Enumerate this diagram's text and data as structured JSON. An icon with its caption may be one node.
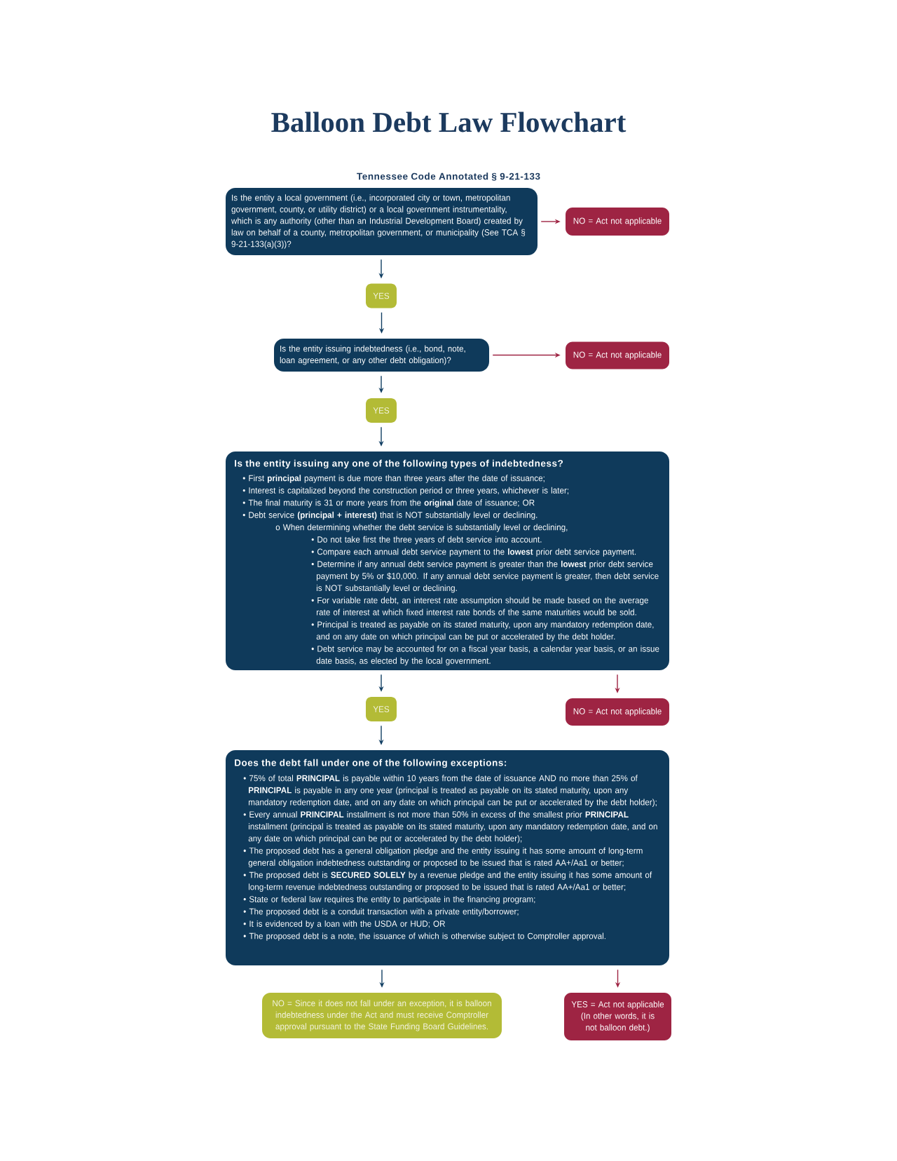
{
  "diagram": {
    "title": "Balloon Debt Law Flowchart",
    "nodes": [
      {
        "text": [
          "Is the entity a local government (i.e., incorporated city or town, metropolitan government, county, or utility district) or a local government instrumentality, which is any authority (other than an Industrial Development Board) created by law on behalf of a county, metropolitan government, or municipality (See TCA § 9-21-133(a)(3))?"
        ]
      },
      {
        "text": [
          "NO = Act not applicable"
        ]
      },
      {
        "text": [
          "YES"
        ]
      },
      {
        "text": [
          "Is the entity issuing indebtedness (i.e., bond, note, loan agreement, or any other debt obligation)?"
        ]
      },
      {
        "text": [
          "NO = Act not applicable"
        ]
      },
      {
        "text": [
          "YES"
        ]
      },
      {
        "text": [
          "Is the entity issuing any one of the following types of indebtedness?",
          "• First **principal** payment is due more than three years after the date of issuance;",
          "• Interest is capitalized beyond the construction period or three years, whichever is later;",
          "• The final maturity is 31 or more years from the **original** date of issuance; OR",
          "• Debt service **(principal + interest)** that is NOT substantially level or declining.",
          "o When determining whether the debt service is substantially level or declining,",
          "• Do not take first the three years of debt service into account.",
          "• Compare each annual debt service payment to the **lowest** prior debt service payment.",
          "• Determine if any annual debt service payment is greater than the **lowest** prior debt service payment by 5% or $10,000. If any annual debt service payment is greater, then debt service is NOT substantially level or declining.",
          "• For variable rate debt, an interest rate assumption should be made based on the average rate of interest at which fixed interest rate bonds of the same maturities would be sold.",
          "• Principal is treated as payable on its stated maturity, upon any mandatory redemption date, and on any date on which principal can be put or accelerated by the debt holder.",
          "• Debt service may be accounted for on a fiscal year basis, a calendar year basis, or an issue date basis, as elected by the local government."
        ]
      },
      {
        "text": [
          "YES"
        ]
      },
      {
        "text": [
          "NO = Act not applicable"
        ]
      },
      {
        "text": [
          "Does the debt fall under one of the following exceptions:",
          "• 75% of total **PRINCIPAL** is payable within 10 years from the date of issuance AND no more than 25% of **PRINCIPAL** is payable in any one year (principal is treated as payable on its stated maturity, upon any mandatory redemption date, and on any date on which principal can be put or accelerated by the debt holder);",
          "• Every annual **PRINCIPAL** installment is not more than 50% in excess of the smallest prior **PRINCIPAL** installment (principal is treated as payable on its stated maturity, upon any mandatory redemption date, and on any date on which principal can be put or accelerated by the debt holder);",
          "• The proposed debt has a general obligation pledge and the entity issuing it has some amount of long-term general obligation indebtedness outstanding or proposed to be issued that is rated AA+/Aa1 or better;",
          "• The proposed debt is **SECURED SOLELY** by a revenue pledge and the entity issuing it has some amount of long-term revenue indebtedness outstanding or proposed to be issued that is rated AA+/Aa1 or better;",
          "• State or federal law requires the entity to participate in the financing program;",
          "• The proposed debt is a conduit transaction with a private entity/borrower;",
          "• It is evidenced by a loan with the USDA or HUD; OR",
          "• The proposed debt is a note, the issuance of which is otherwise subject to Comptroller approval."
        ]
      },
      {
        "text": [
          "NO = Since it does not fall under an exception, it is balloon indebtedness under the Act and must receive Comptroller approval pursuant to the State Funding Board Guidelines."
        ]
      },
      {
        "text": [
          "YES = Act not applicable (In other words, it is not balloon debt.)"
        ]
      }
    ],
    "edges": [
      {
        "from": 0,
        "to": 1,
        "arrow": "to",
        "color": "#9e2443"
      },
      {
        "from": 0,
        "to": 2,
        "arrow": "to"
      },
      {
        "from": 2,
        "to": 3,
        "arrow": "to"
      },
      {
        "from": 3,
        "to": 4,
        "arrow": "to",
        "color": "#9e2443"
      },
      {
        "from": 3,
        "to": 5,
        "arrow": "to"
      },
      {
        "from": 5,
        "to": 6,
        "arrow": "to"
      },
      {
        "from": 6,
        "to": 7,
        "arrow": "to"
      },
      {
        "from": 6,
        "to": 8,
        "arrow": "to",
        "color": "#9e2443"
      },
      {
        "from": 7,
        "to": 9,
        "arrow": "to"
      },
      {
        "from": 9,
        "to": 10,
        "arrow": "to"
      },
      {
        "from": 9,
        "to": 11,
        "arrow": "to",
        "color": "#9e2443"
      }
    ],
    "labels": [
      "Tennessee Code Annotated § 9-21-133"
    ]
  }
}
